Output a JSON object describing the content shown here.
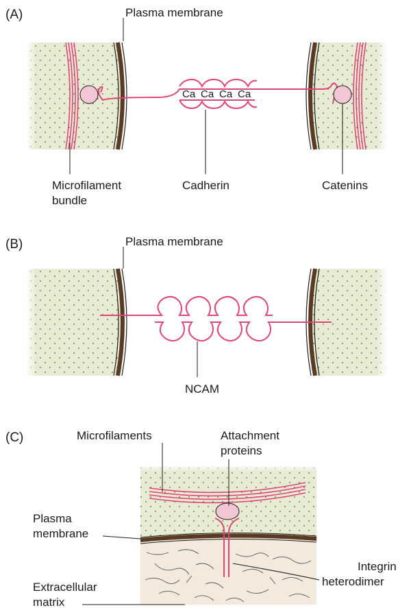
{
  "panels": {
    "a": {
      "tag": "(A)",
      "plasma_membrane": "Plasma membrane",
      "calcium": [
        "Ca",
        "Ca",
        "Ca",
        "Ca"
      ],
      "microfilament_bundle": [
        "Microfilament",
        "bundle"
      ],
      "cadherin": "Cadherin",
      "catenins": "Catenins"
    },
    "b": {
      "tag": "(B)",
      "plasma_membrane": "Plasma membrane",
      "ncam": "NCAM"
    },
    "c": {
      "tag": "(C)",
      "microfilaments": "Microfilaments",
      "attachment_proteins": [
        "Attachment",
        "proteins"
      ],
      "plasma_membrane": [
        "Plasma",
        "membrane"
      ],
      "integrin": [
        "Integrin",
        "heterodimer"
      ],
      "extracellular_matrix": [
        "Extracellular",
        "matrix"
      ]
    }
  },
  "colors": {
    "cytoplasm": "#e6ebd2",
    "membrane": "#5a3a22",
    "protein": "#e0457a",
    "catenin_fill": "#f3c6d6",
    "matrix": "#f3e9dc"
  }
}
